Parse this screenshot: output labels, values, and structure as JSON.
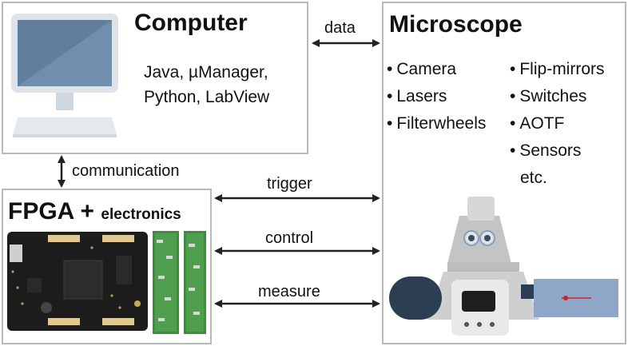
{
  "computer": {
    "title": "Computer",
    "software_line1": "Java, µManager,",
    "software_line2": "Python, LabView"
  },
  "fpga": {
    "title_main": "FPGA +",
    "title_sub": "electronics"
  },
  "microscope": {
    "title": "Microscope",
    "left_items": [
      "Camera",
      "Lasers",
      "Filterwheels"
    ],
    "right_items": [
      "Flip-mirrors",
      "Switches",
      "AOTF",
      "Sensors"
    ],
    "right_extra": "etc."
  },
  "links": {
    "data": "data",
    "communication": "communication",
    "trigger": "trigger",
    "control": "control",
    "measure": "measure"
  },
  "colors": {
    "monitor_screen": "#5f7f9c",
    "monitor_frame": "#dde3ea",
    "pcb": "#1c1c1c",
    "microscope_body": "#c9c9c9",
    "laser_box": "#8ea6c7",
    "laser_beam": "#d62020"
  }
}
